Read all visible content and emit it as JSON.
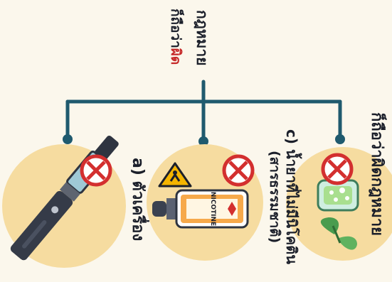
{
  "header": {
    "line1_prefix": "ก็ถือว่า",
    "line1_emphasis": "ผิด",
    "line2": "กฎหมาย"
  },
  "items": [
    {
      "label": "a) ตัวเครื่อง"
    },
    {
      "label": "NICOTINE"
    },
    {
      "label_line1": "c) น้ำยาที่ไม่มีนิโคติน",
      "label_line2": "(สารธรรมชาติ)"
    }
  ],
  "side_note": "ก็ถือว่าผิดกฎหมาย",
  "colors": {
    "connector": "#1f5a6e",
    "circle_fill": "#f6dca0",
    "prohibited_red": "#d32f2f",
    "emphasis_red": "#c62828"
  },
  "icons": [
    "pen-vape-icon",
    "warning-triangle-icon",
    "nicotine-bottle-icon",
    "prohibited-icon",
    "leaf-icon"
  ]
}
